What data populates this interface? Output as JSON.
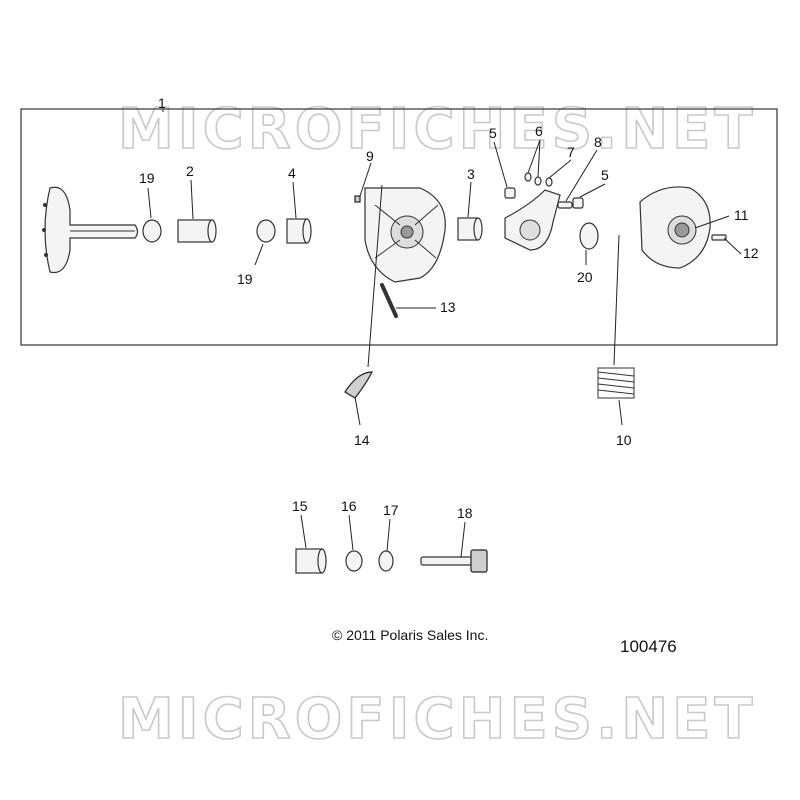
{
  "watermark": "MICROFICHES.NET",
  "callouts": {
    "c1": "1",
    "c2": "2",
    "c3": "3",
    "c4": "4",
    "c5a": "5",
    "c5b": "5",
    "c6": "6",
    "c7": "7",
    "c8": "8",
    "c9": "9",
    "c10": "10",
    "c11": "11",
    "c12": "12",
    "c13": "13",
    "c14": "14",
    "c15": "15",
    "c16": "16",
    "c17": "17",
    "c18": "18",
    "c19a": "19",
    "c19b": "19",
    "c20": "20"
  },
  "copyright": "© 2011 Polaris Sales Inc.",
  "figure_number": "100476"
}
